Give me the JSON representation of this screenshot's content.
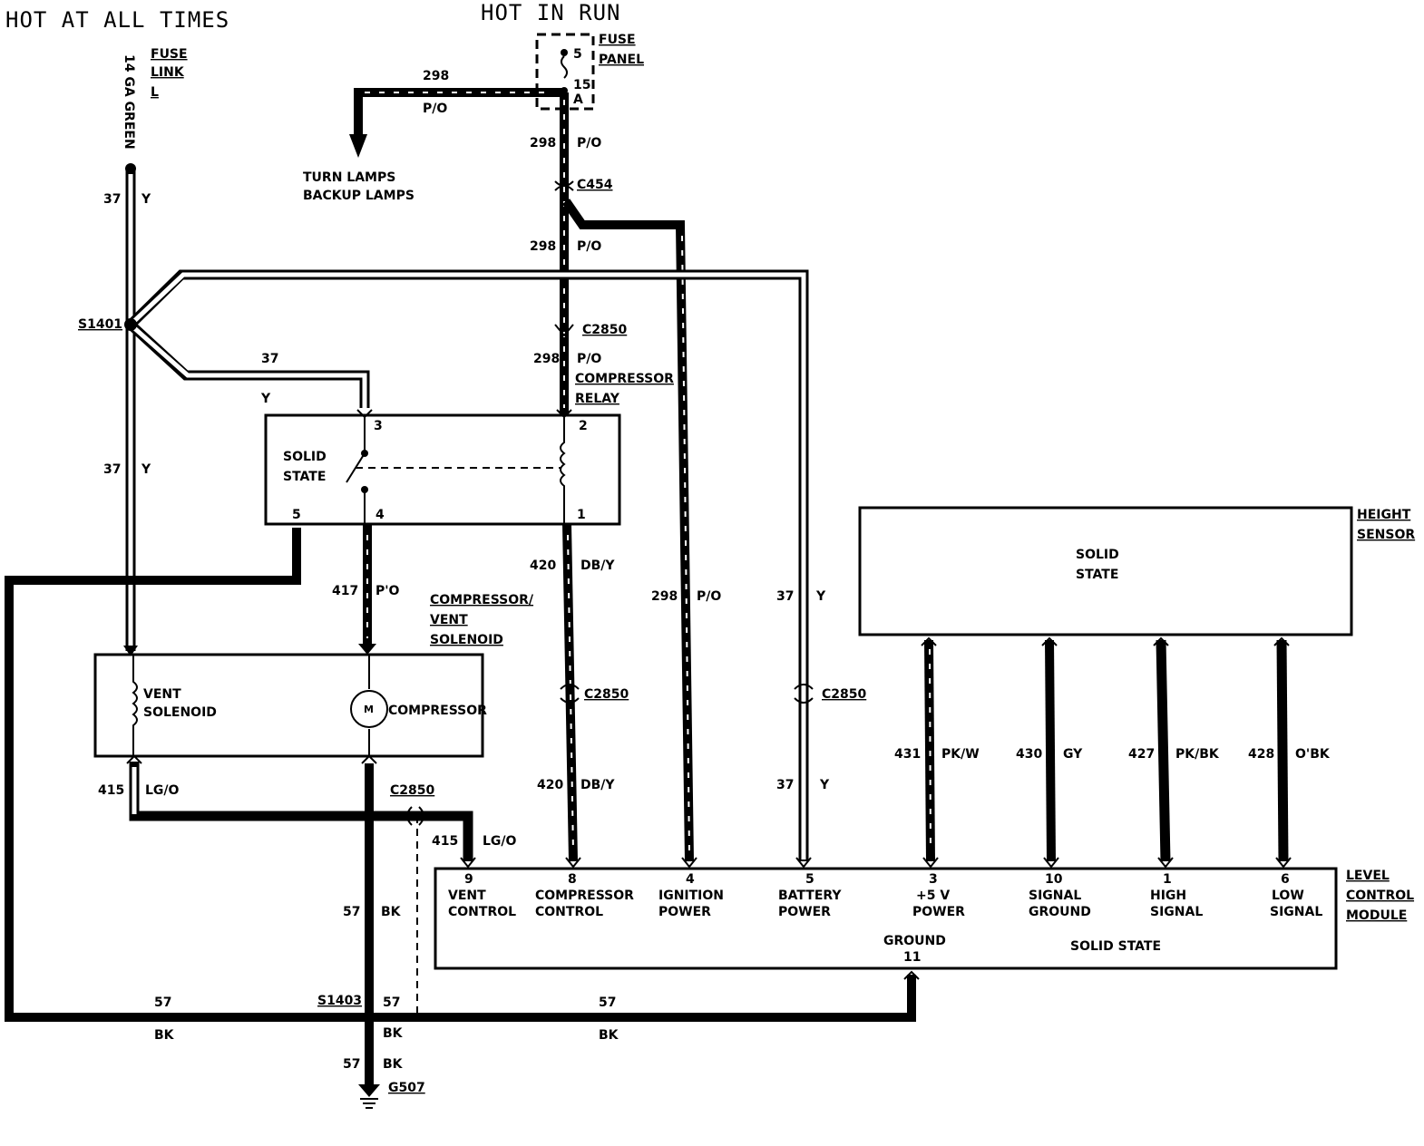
{
  "headers": {
    "hot_at_all_times": "HOT AT ALL TIMES",
    "hot_in_run": "HOT  IN  RUN"
  },
  "fuse_link": {
    "line1": "FUSE",
    "line2": "LINK",
    "line3": "L",
    "wire_gauge": "14 GA GREEN"
  },
  "fuse_panel": {
    "line1": "FUSE",
    "line2": "PANEL",
    "pin_top": "5",
    "fuse_amps": "15",
    "unit": "A"
  },
  "turn_lamps": {
    "line1": "TURN LAMPS",
    "line2": "BACKUP LAMPS"
  },
  "splices": {
    "s1401": "S1401",
    "s1403": "S1403"
  },
  "connectors": {
    "c454": "C454",
    "c2850": "C2850"
  },
  "ground": "G507",
  "wires": {
    "c298": "298",
    "c_po": "P/O",
    "c_po_alt": "P'O",
    "c37": "37",
    "c_y": "Y",
    "c420": "420",
    "c_dby": "DB/Y",
    "c417": "417",
    "c415": "415",
    "c_lgo": "LG/O",
    "c57": "57",
    "c_bk": "BK",
    "c431": "431",
    "c_pkw": "PK/W",
    "c430": "430",
    "c_gy": "GY",
    "c427": "427",
    "c_pkbk": "PK/BK",
    "c428": "428",
    "c_obk": "O'BK"
  },
  "compressor_relay": {
    "label1": "COMPRESSOR",
    "label2": "RELAY",
    "solid1": "SOLID",
    "solid2": "STATE",
    "pin3": "3",
    "pin2": "2",
    "pin5": "5",
    "pin4": "4",
    "pin1": "1"
  },
  "compressor_solenoid": {
    "label1": "COMPRESSOR/",
    "label2": "VENT",
    "label3": "SOLENOID",
    "vent1": "VENT",
    "vent2": "SOLENOID",
    "motor": "M",
    "compressor": "COMPRESSOR"
  },
  "height_sensor": {
    "label1": "HEIGHT",
    "label2": "SENSOR",
    "solid1": "SOLID",
    "solid2": "STATE"
  },
  "level_control_module": {
    "label1": "LEVEL",
    "label2": "CONTROL",
    "label3": "MODULE",
    "solid_state": "SOLID STATE",
    "ground_label": "GROUND",
    "ground_pin": "11",
    "pins": [
      {
        "num": "9",
        "l1": "VENT",
        "l2": "CONTROL"
      },
      {
        "num": "8",
        "l1": "COMPRESSOR",
        "l2": "CONTROL"
      },
      {
        "num": "4",
        "l1": "IGNITION",
        "l2": "POWER"
      },
      {
        "num": "5",
        "l1": "BATTERY",
        "l2": "POWER"
      },
      {
        "num": "3",
        "l1": "+5 V",
        "l2": "POWER"
      },
      {
        "num": "10",
        "l1": "SIGNAL",
        "l2": "GROUND"
      },
      {
        "num": "1",
        "l1": "HIGH",
        "l2": "SIGNAL"
      },
      {
        "num": "6",
        "l1": "LOW",
        "l2": "SIGNAL"
      }
    ]
  }
}
